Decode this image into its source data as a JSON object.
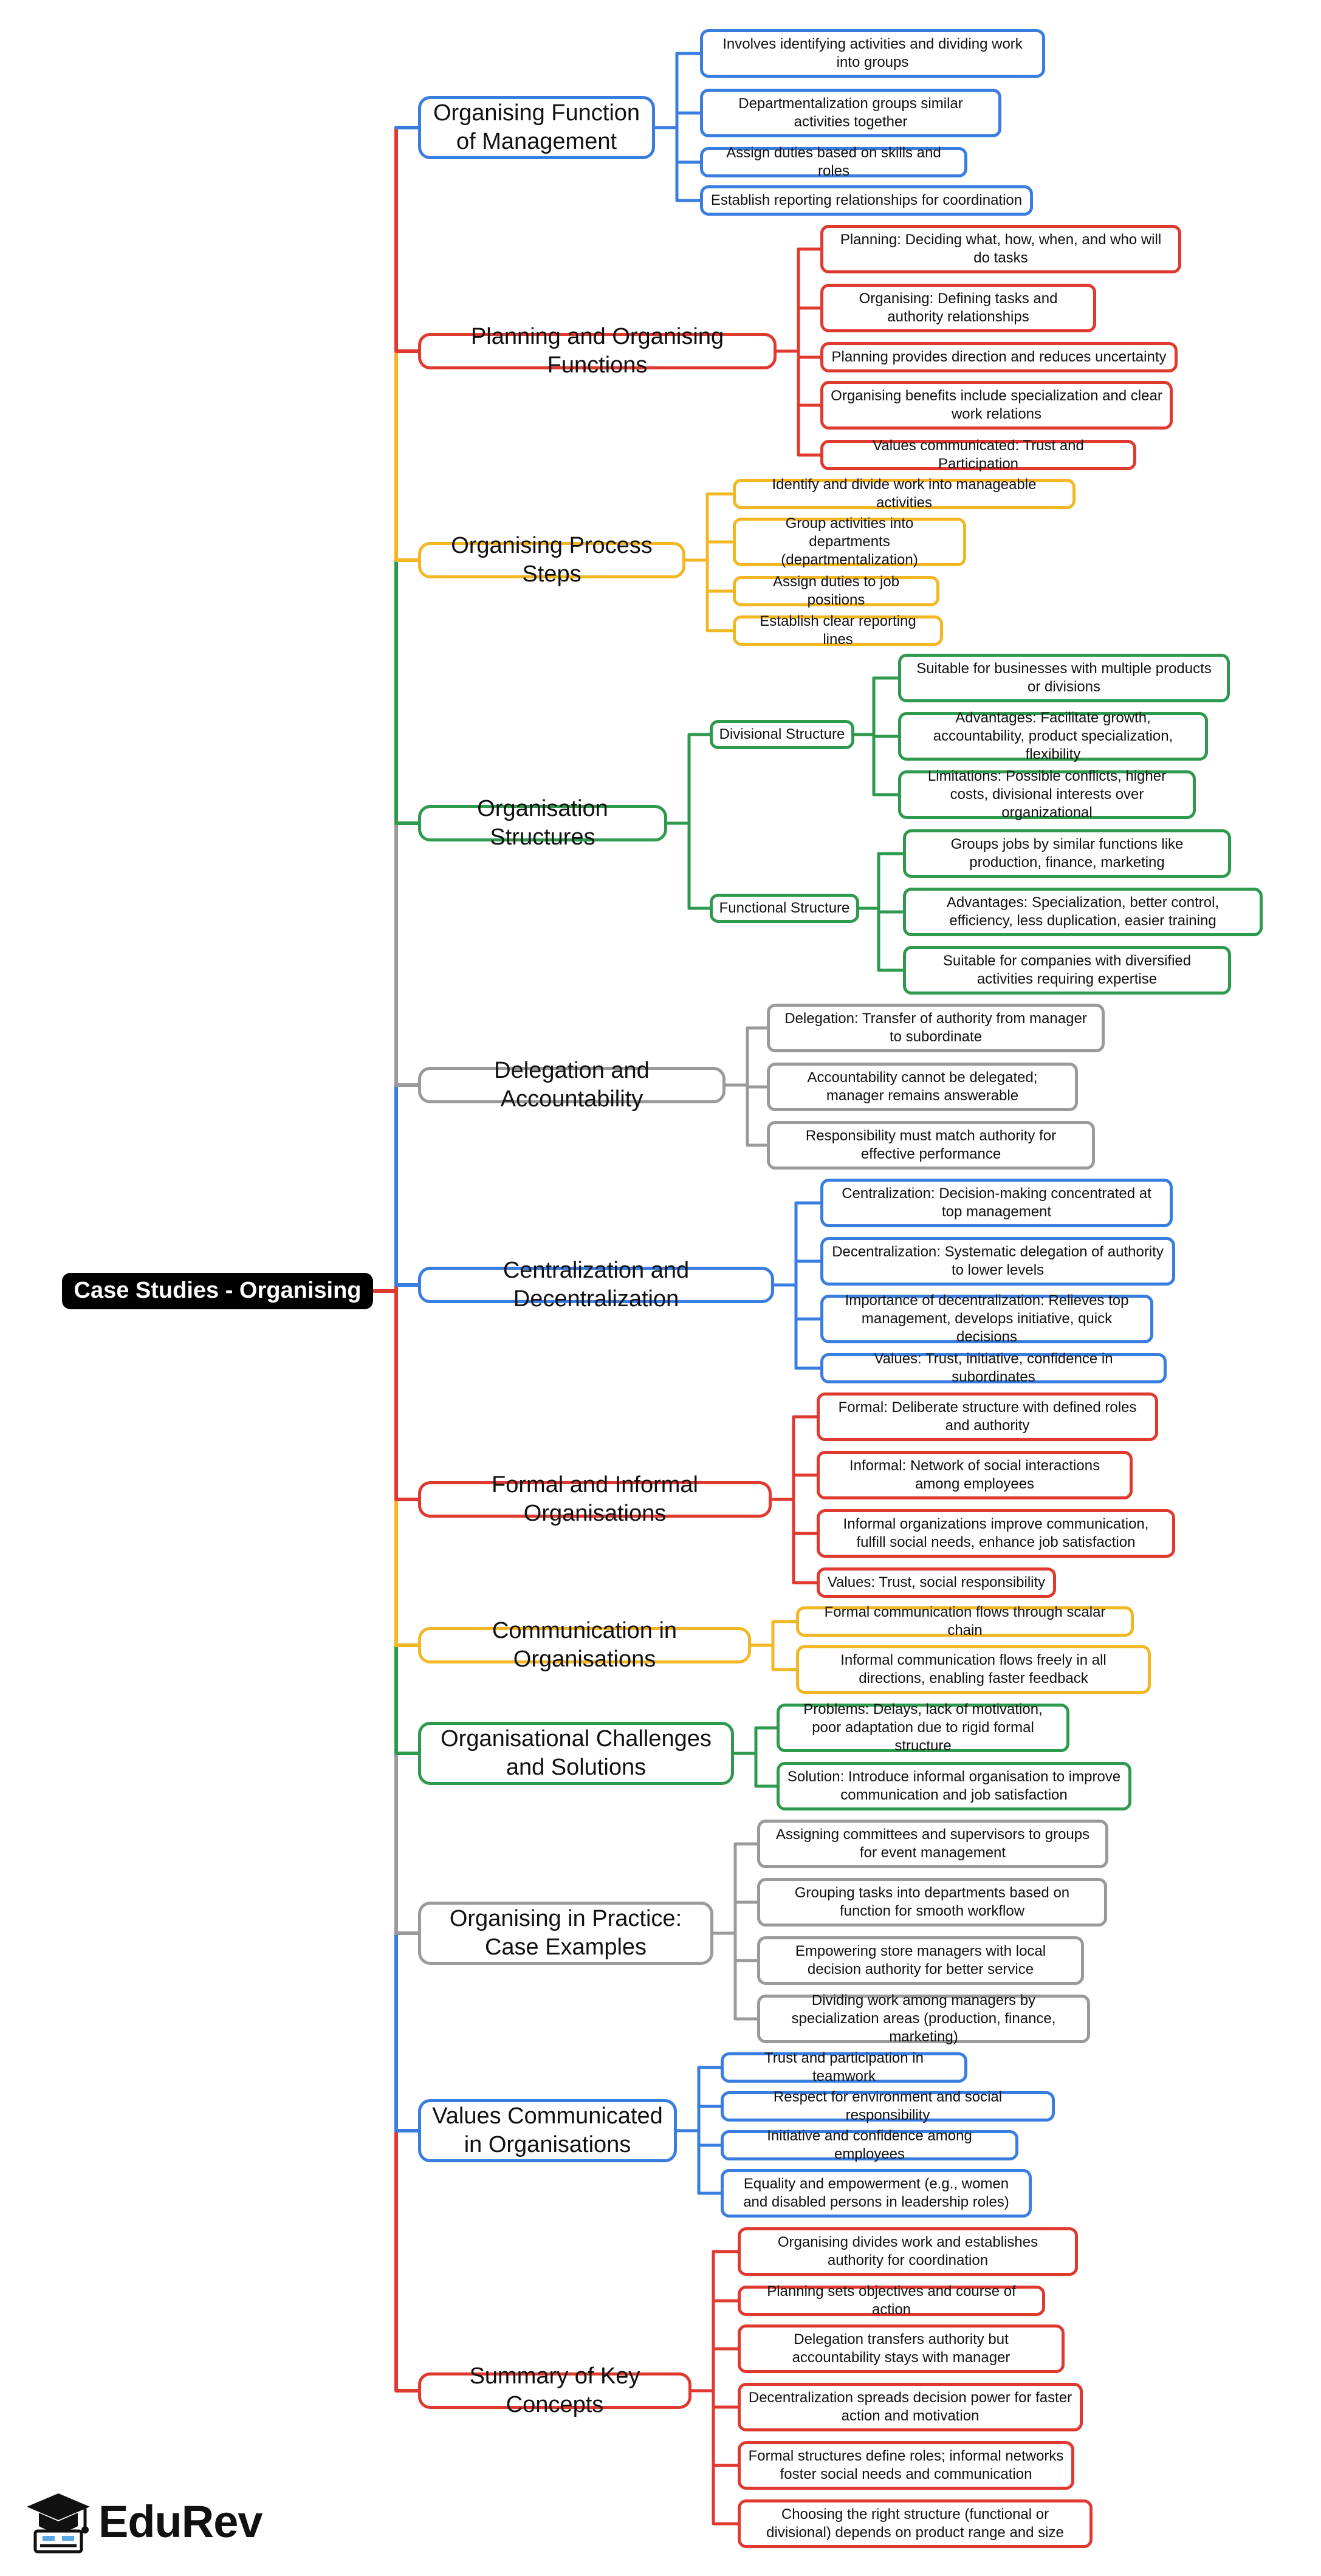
{
  "title": "Case Studies - Organising",
  "brand": {
    "name": "EduRev",
    "icon": "graduation-cap-logo-icon"
  },
  "colors": {
    "blue": "#3a7de0",
    "red": "#e0392f",
    "yellow": "#f2b722",
    "green": "#2e9a4d",
    "gray": "#9a9a9a"
  },
  "branches": [
    {
      "label": "Organising Function of Management",
      "color": "blue",
      "children": [
        "Involves identifying activities and dividing work into groups",
        "Departmentalization groups similar activities together",
        "Assign duties based on skills and roles",
        "Establish reporting relationships for coordination"
      ]
    },
    {
      "label": "Planning and Organising Functions",
      "color": "red",
      "children": [
        "Planning: Deciding what, how, when, and who will do tasks",
        "Organising: Defining tasks and authority relationships",
        "Planning provides direction and reduces uncertainty",
        "Organising benefits include specialization and clear work relations",
        "Values communicated: Trust and Participation"
      ]
    },
    {
      "label": "Organising Process Steps",
      "color": "yellow",
      "children": [
        "Identify and divide work into manageable activities",
        "Group activities into departments (departmentalization)",
        "Assign duties to job positions",
        "Establish clear reporting lines"
      ]
    },
    {
      "label": "Organisation Structures",
      "color": "green",
      "subgroups": [
        {
          "label": "Divisional Structure",
          "children": [
            "Suitable for businesses with multiple products or divisions",
            "Advantages: Facilitate growth, accountability, product specialization, flexibility",
            "Limitations: Possible conflicts, higher costs, divisional interests over organizational"
          ]
        },
        {
          "label": "Functional Structure",
          "children": [
            "Groups jobs by similar functions like production, finance, marketing",
            "Advantages: Specialization, better control, efficiency, less duplication, easier training",
            "Suitable for companies with diversified activities requiring expertise"
          ]
        }
      ]
    },
    {
      "label": "Delegation and Accountability",
      "color": "gray",
      "children": [
        "Delegation: Transfer of authority from manager to subordinate",
        "Accountability cannot be delegated; manager remains answerable",
        "Responsibility must match authority for effective performance"
      ]
    },
    {
      "label": "Centralization and Decentralization",
      "color": "blue",
      "children": [
        "Centralization: Decision-making concentrated at top management",
        "Decentralization: Systematic delegation of authority to lower levels",
        "Importance of decentralization: Relieves top management, develops initiative, quick decisions",
        "Values: Trust, initiative, confidence in subordinates"
      ]
    },
    {
      "label": "Formal and Informal Organisations",
      "color": "red",
      "children": [
        "Formal: Deliberate structure with defined roles and authority",
        "Informal: Network of social interactions among employees",
        "Informal organizations improve communication, fulfill social needs, enhance job satisfaction",
        "Values: Trust, social responsibility"
      ]
    },
    {
      "label": "Communication in Organisations",
      "color": "yellow",
      "children": [
        "Formal communication flows through scalar chain",
        "Informal communication flows freely in all directions, enabling faster feedback"
      ]
    },
    {
      "label": "Organisational Challenges and Solutions",
      "color": "green",
      "children": [
        "Problems: Delays, lack of motivation, poor adaptation due to rigid formal structure",
        "Solution: Introduce informal organisation to improve communication and job satisfaction"
      ]
    },
    {
      "label": "Organising in Practice: Case Examples",
      "color": "gray",
      "children": [
        "Assigning committees and supervisors to groups for event management",
        "Grouping tasks into departments based on function for smooth workflow",
        "Empowering store managers with local decision authority for better service",
        "Dividing work among managers by specialization areas (production, finance, marketing)"
      ]
    },
    {
      "label": "Values Communicated in Organisations",
      "color": "blue",
      "children": [
        "Trust and participation in teamwork",
        "Respect for environment and social responsibility",
        "Initiative and confidence among employees",
        "Equality and empowerment (e.g., women and disabled persons in leadership roles)"
      ]
    },
    {
      "label": "Summary of Key Concepts",
      "color": "red",
      "children": [
        "Organising divides work and establishes authority for coordination",
        "Planning sets objectives and course of action",
        "Delegation transfers authority but accountability stays with manager",
        "Decentralization spreads decision power for faster action and motivation",
        "Formal structures define roles; informal networks foster social needs and communication",
        "Choosing the right structure (functional or divisional) depends on product range and size"
      ]
    }
  ]
}
